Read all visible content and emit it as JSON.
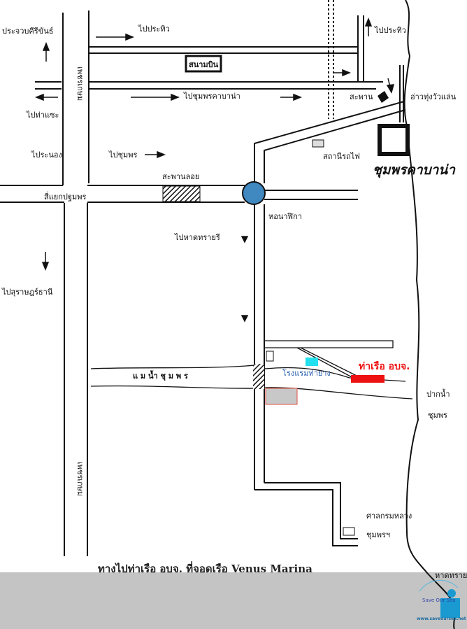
{
  "title": "ทางไปท่าเรือ อบจ. ที่จอดเรือ Venus Marina",
  "labels": {
    "prachuap": "ประจวบคีรีขันธ์",
    "to_prathio_1": "ไปประทิว",
    "to_prathio_2": "ไปประทิว",
    "airport": "สนามบิน",
    "phetkasem_1": "เพชรเกษม",
    "phetkasem_2": "เพชรเกษม",
    "to_cabana": "ไปชุมพรคาบาน่า",
    "to_tha_sae": "ไปท่าแซะ",
    "to_ranong": "ไประนอง",
    "to_chumphon": "ไปชุมพร",
    "overpass": "สะพานลอย",
    "pathomphon_junction": "สี่แยกปฐมพร",
    "bridge": "สะพาน",
    "thung_wua_laen": "อ่าวทุ่งวัวแล่น",
    "train_station": "สถานีรถไฟ",
    "chumphon_cabana": "ชุมพรคาบาน่า",
    "clock_tower": "หอนาฬิกา",
    "to_sai_ri": "ไปหาดทรายรี",
    "to_surat": "ไปสุราษฎร์ธานี",
    "river": "แ   ม   น้ำ      ชุ      ม      พ      ร",
    "hotel": "โรงแรมท่ายาง",
    "pier": "ท่าเรือ อบจ.",
    "river_mouth_1": "ปากน้ำ",
    "river_mouth_2": "ชุมพร",
    "shrine_1": "ศาลกรมหลวง",
    "shrine_2": "ชุมพรฯ",
    "sai_ri_beach": "หาดทรายรี"
  },
  "logo": {
    "text": "Save Our Sea",
    "url": "www.saveoursea.net"
  },
  "colors": {
    "pier": "#ee1111",
    "hotel": "#22e0ee",
    "circle": "#3f88c0",
    "band": "#c4c4c4",
    "logo": "#1a9ad0"
  }
}
